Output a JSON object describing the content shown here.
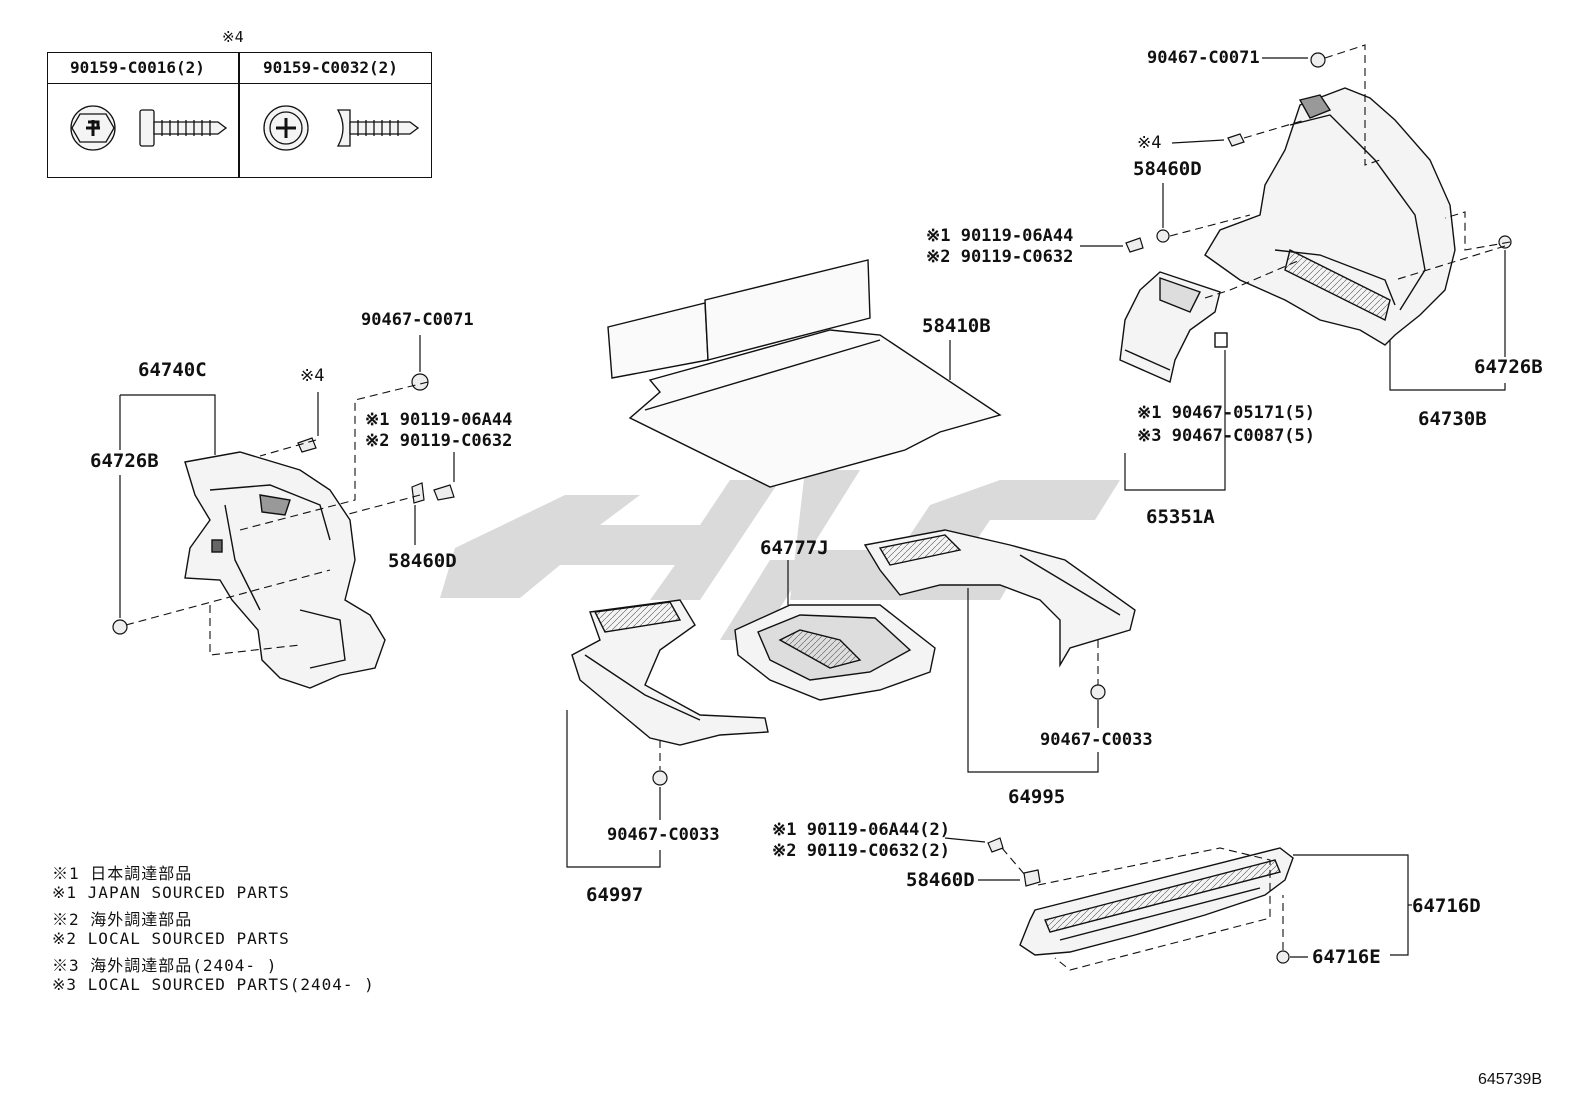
{
  "inset": {
    "mark": "※4",
    "left_part": "90159-C0016(2)",
    "right_part": "90159-C0032(2)"
  },
  "labels": {
    "p90467_c0071_top": "90467-C0071",
    "mark4_right": "※4",
    "p58460d_right": "58460D",
    "p90119_06a44_right": "※1 90119-06A44",
    "p90119_c0632_right": "※2 90119-C0632",
    "p58410b": "58410B",
    "p64726b_right": "64726B",
    "p64730b": "64730B",
    "p90467_05171": "※1 90467-05171(5)",
    "p90467_c0087": "※3 90467-C0087(5)",
    "p65351a": "65351A",
    "p90467_c0071_left": "90467-C0071",
    "p64740c": "64740C",
    "mark4_left": "※4",
    "p90119_06a44_left": "※1 90119-06A44",
    "p90119_c0632_left": "※2 90119-C0632",
    "p64726b_left": "64726B",
    "p58460d_left": "58460D",
    "p64777j": "64777J",
    "p90467_c0033_right": "90467-C0033",
    "p64995": "64995",
    "p90467_c0033_left": "90467-C0033",
    "p64997": "64997",
    "p90119_06a44_2": "※1 90119-06A44(2)",
    "p90119_c0632_2": "※2 90119-C0632(2)",
    "p58460d_bottom": "58460D",
    "p64716d": "64716D",
    "p64716e": "64716E"
  },
  "notes": [
    "※1 日本調達部品",
    "※1 JAPAN SOURCED PARTS",
    "※2 海外調達部品",
    "※2 LOCAL SOURCED PARTS",
    "※3 海外調達部品(2404-    )",
    "※3 LOCAL SOURCED PARTS(2404-    )"
  ],
  "figure_code": "645739B",
  "colors": {
    "line": "#111111",
    "watermark": "#d0d0d0",
    "part_fill": "#f4f4f4"
  }
}
